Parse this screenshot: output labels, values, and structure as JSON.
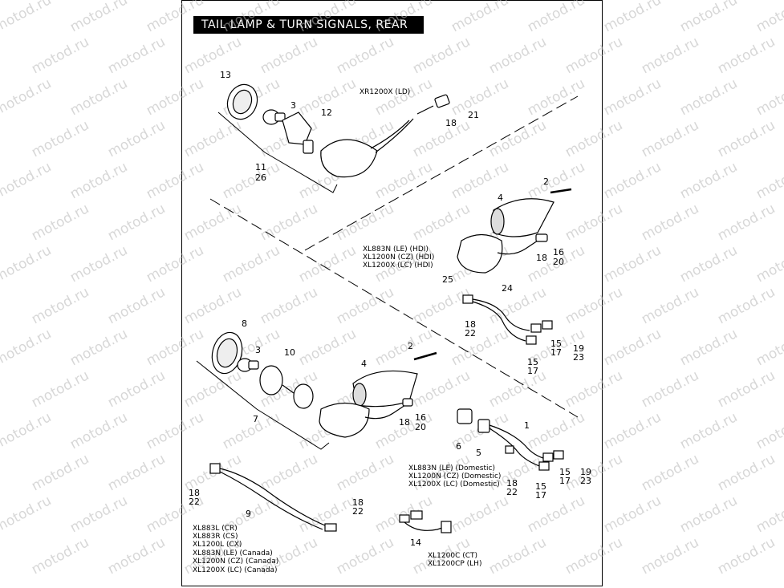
{
  "title": "TAIL LAMP & TURN SIGNALS, REAR",
  "watermark": "motod.ru",
  "colors": {
    "line": "#000000",
    "watermark": "#b8b8b8",
    "titleBg": "#000000",
    "titleText": "#ffffff"
  },
  "captions": {
    "xr1200x": [
      "XR1200X (LD)"
    ],
    "hdi": [
      "XL883N (LE) (HDI)",
      "XL1200N (CZ) (HDI)",
      "XL1200X (LC) (HDI)"
    ],
    "domestic": [
      "XL883N (LE) (Domestic)",
      "XL1200N (CZ) (Domestic)",
      "XL1200X (LC) (Domestic)"
    ],
    "canada": [
      "XL883L (CR)",
      "XL883R (CS)",
      "XL1200L (CX)",
      "XL883N (LE) (Canada)",
      "XL1200N (CZ) (Canada)",
      "XL1200X (LC) (Canada)"
    ],
    "ct": [
      "XL1200C (CT)",
      "XL1200CP (LH)"
    ]
  },
  "callouts": {
    "c13": "13",
    "c3a": "3",
    "c12": "12",
    "c11_26": [
      "11",
      "26"
    ],
    "c18a": "18",
    "c21": "21",
    "c2a": "2",
    "c4a": "4",
    "c16_20a": [
      "16",
      "20"
    ],
    "c18b": "18",
    "c25": "25",
    "c24": "24",
    "c18_22a": [
      "18",
      "22"
    ],
    "c15_17a": [
      "15",
      "17"
    ],
    "c15_17b": [
      "15",
      "17"
    ],
    "c19_23a": [
      "19",
      "23"
    ],
    "c8": "8",
    "c3b": "3",
    "c10": "10",
    "c4b": "4",
    "c2b": "2",
    "c7": "7",
    "c18c": "18",
    "c16_20b": [
      "16",
      "20"
    ],
    "c1": "1",
    "c6": "6",
    "c5": "5",
    "c18_22b": [
      "18",
      "22"
    ],
    "c15_17c": [
      "15",
      "17"
    ],
    "c15_17d": [
      "15",
      "17"
    ],
    "c19_23b": [
      "19",
      "23"
    ],
    "c18_22c": [
      "18",
      "22"
    ],
    "c9": "9",
    "c18_22d": [
      "18",
      "22"
    ],
    "c14": "14"
  }
}
